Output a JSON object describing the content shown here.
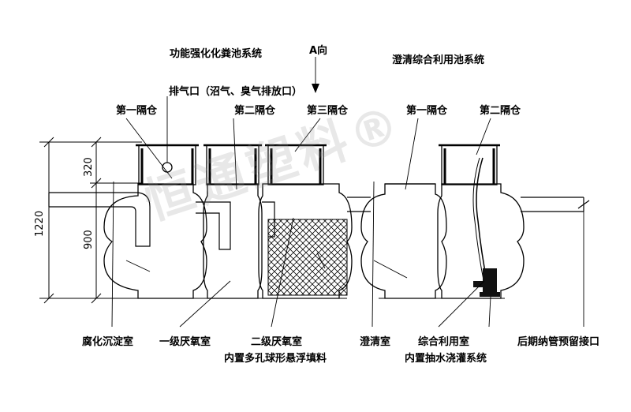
{
  "titles": {
    "left_system": "功能强化化粪池系统",
    "direction": "A向",
    "right_system": "澄清综合利用池系统",
    "vent": "排气口（沼气、臭气排放口）"
  },
  "compartments": {
    "left_first": "第一隔仓",
    "left_second": "第二隔仓",
    "left_third": "第三隔仓",
    "right_first": "第一隔仓",
    "right_second": "第二隔仓"
  },
  "dimensions": {
    "total": "1220",
    "upper": "320",
    "lower": "900"
  },
  "bottom_labels": {
    "sedimentation": "腐化沉淀室",
    "anaerobic_1": "一级厌氧室",
    "anaerobic_2": "二级厌氧室",
    "anaerobic_2_note": "内置多孔球形悬浮填料",
    "clarification": "澄清室",
    "utilization": "综合利用室",
    "utilization_note": "内置抽水浇灌系统",
    "reserved_port": "后期纳管预留接口"
  },
  "watermark": "恒通塑料®",
  "colors": {
    "line": "#000000",
    "watermark": "#999999"
  }
}
